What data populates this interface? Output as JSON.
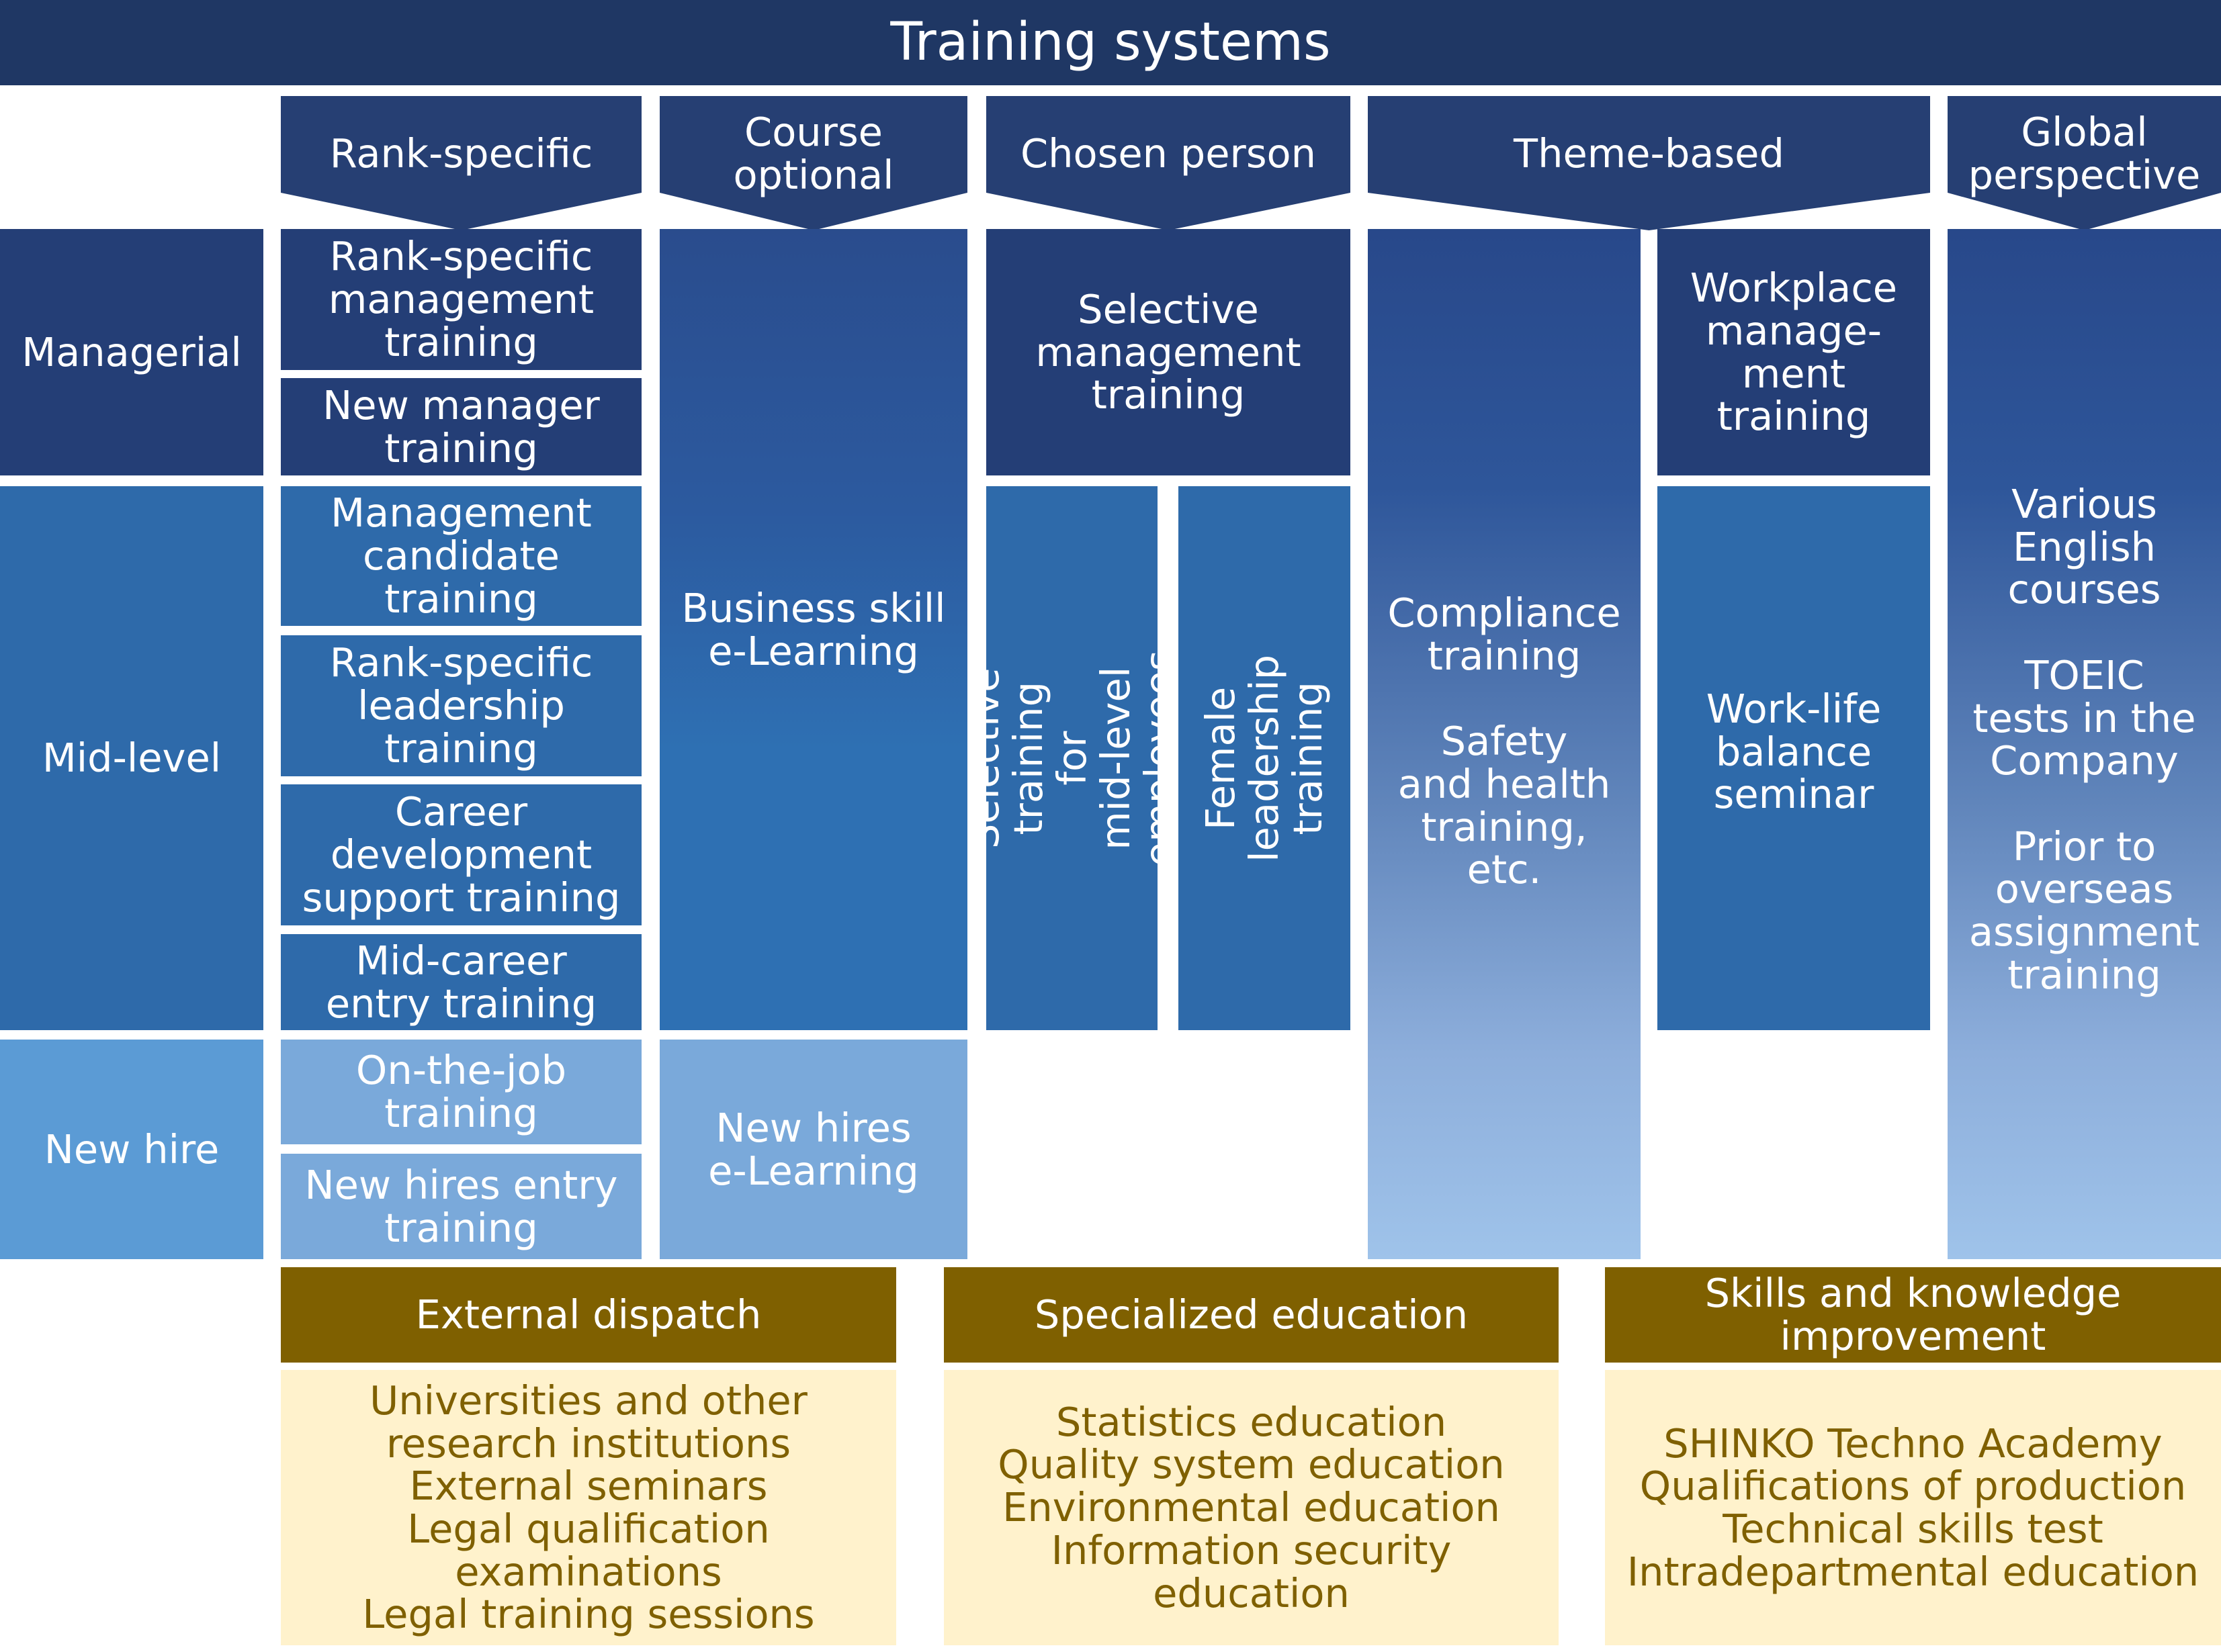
{
  "title": "Training systems",
  "columns": {
    "rank_specific": "Rank-specific",
    "course_optional": "Course\noptional",
    "chosen_person": "Chosen person",
    "theme_based": "Theme-based",
    "global_perspective": "Global\nperspective"
  },
  "rows": {
    "managerial": "Managerial",
    "mid_level": "Mid-level",
    "new_hire": "New hire"
  },
  "rank_specific_items": {
    "rank_mgmt": "Rank-specific\nmanagement\ntraining",
    "new_manager": "New manager\ntraining",
    "mgmt_candidate": "Management\ncandidate\ntraining",
    "rank_leadership": "Rank-specific\nleadership\ntraining",
    "career_dev": "Career\ndevelopment\nsupport training",
    "mid_career": "Mid-career\nentry training",
    "ojt": "On-the-job\ntraining",
    "new_hires_entry": "New hires entry\ntraining"
  },
  "course_optional_items": {
    "business_skill": "Business skill\ne-Learning",
    "new_hires_elearning": "New hires\ne-Learning"
  },
  "chosen_person_items": {
    "selective_mgmt": "Selective\nmanagement\ntraining",
    "selective_mid": "Selective training for\nmid-level employees",
    "female_leadership": "Female leadership\ntraining"
  },
  "theme_based_items": {
    "compliance": "Compliance\ntraining\n\nSafety\nand health\ntraining,\netc.",
    "workplace_mgmt": "Workplace\nmanage-\nment\ntraining",
    "work_life": "Work-life\nbalance\nseminar"
  },
  "global_items": {
    "english": "Various\nEnglish\ncourses\n\nTOEIC\ntests in the\nCompany\n\nPrior to\noverseas\nassignment\ntraining"
  },
  "bottom": {
    "external_dispatch": {
      "header": "External dispatch",
      "body": "Universities and other\nresearch institutions\nExternal seminars\nLegal qualification\nexaminations\nLegal training sessions"
    },
    "specialized_education": {
      "header": "Specialized education",
      "body": "Statistics education\nQuality system education\nEnvironmental education\nInformation security\neducation"
    },
    "skills_knowledge": {
      "header": "Skills and knowledge\nimprovement",
      "body": "SHINKO Techno Academy\nQualifications of production\nTechnical skills test\nIntradepartmental education"
    }
  },
  "colors": {
    "title_navy": "#1f3764",
    "managerial_navy": "#243e76",
    "mid_blue": "#2e6aaa",
    "new_hire_blue": "#5b9bd5",
    "gold": "#7f6000",
    "cream": "#fff2cc"
  }
}
